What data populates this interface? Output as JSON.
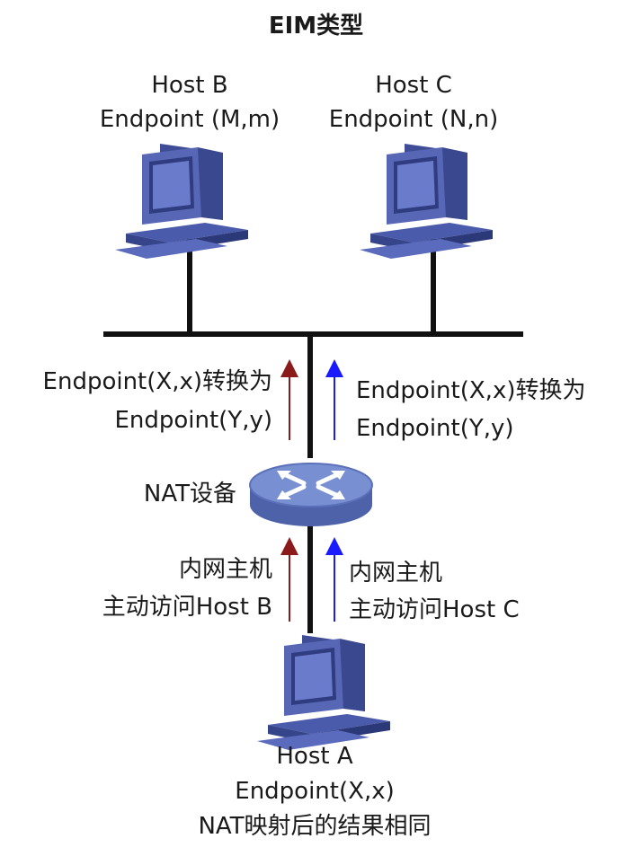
{
  "title": "EIM类型",
  "hosts": {
    "b": {
      "name": "Host B",
      "endpoint": "Endpoint (M,m)"
    },
    "c": {
      "name": "Host C",
      "endpoint": "Endpoint (N,n)"
    },
    "a": {
      "name": "Host A",
      "endpoint": "Endpoint(X,x)",
      "note": "NAT映射后的结果相同"
    }
  },
  "nat": {
    "label": "NAT设备"
  },
  "flows": {
    "left": {
      "upper_1": "Endpoint(X,x)转换为",
      "upper_2": "Endpoint(Y,y)",
      "lower_1": "内网主机",
      "lower_2": "主动访问Host B",
      "color": "#8b1a1a"
    },
    "right": {
      "upper_1": "Endpoint(X,x)转换为",
      "upper_2": "Endpoint(Y,y)",
      "lower_1": "内网主机",
      "lower_2": "主动访问Host C",
      "color": "#1a1aff"
    }
  },
  "colors": {
    "computer": "#4a5aa8",
    "screen": "#5a6abd",
    "router": "#6f86c8",
    "line": "#111111"
  }
}
